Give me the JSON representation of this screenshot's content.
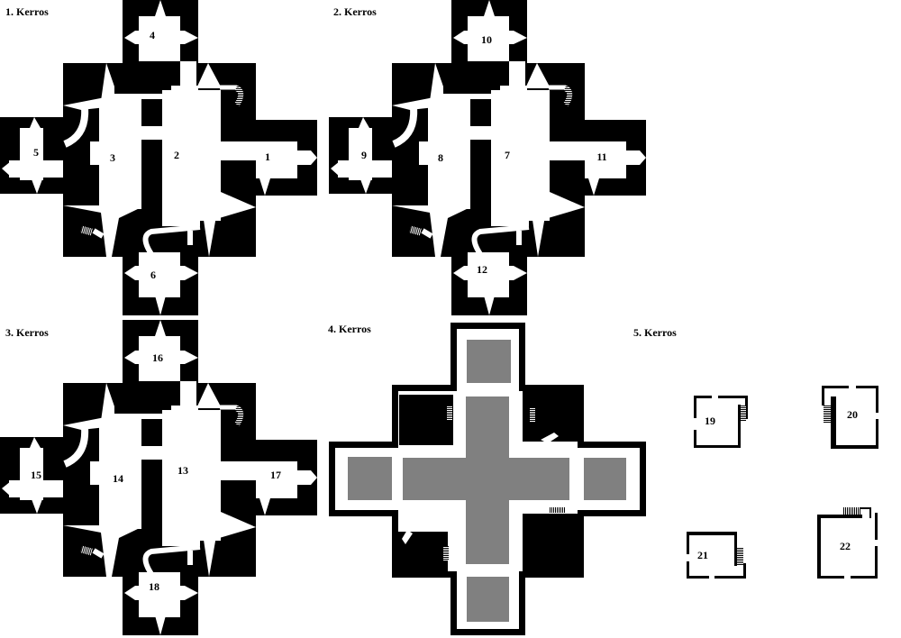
{
  "floors": [
    {
      "title": "1. Kerros",
      "rooms": {
        "east": "1",
        "center": "2",
        "west_inner": "3",
        "north": "4",
        "west": "5",
        "south": "6"
      }
    },
    {
      "title": "2. Kerros",
      "rooms": {
        "east": "11",
        "center": "7",
        "west_inner": "8",
        "north": "10",
        "west": "9",
        "south": "12"
      }
    },
    {
      "title": "3. Kerros",
      "rooms": {
        "east": "17",
        "center": "13",
        "west_inner": "14",
        "north": "16",
        "west": "15",
        "south": "18"
      }
    },
    {
      "title": "4. Kerros"
    },
    {
      "title": "5. Kerros",
      "rooms": [
        "19",
        "20",
        "21",
        "22"
      ]
    }
  ],
  "colors": {
    "wall": "#000000",
    "floor": "#ffffff",
    "solid": "#808080"
  }
}
